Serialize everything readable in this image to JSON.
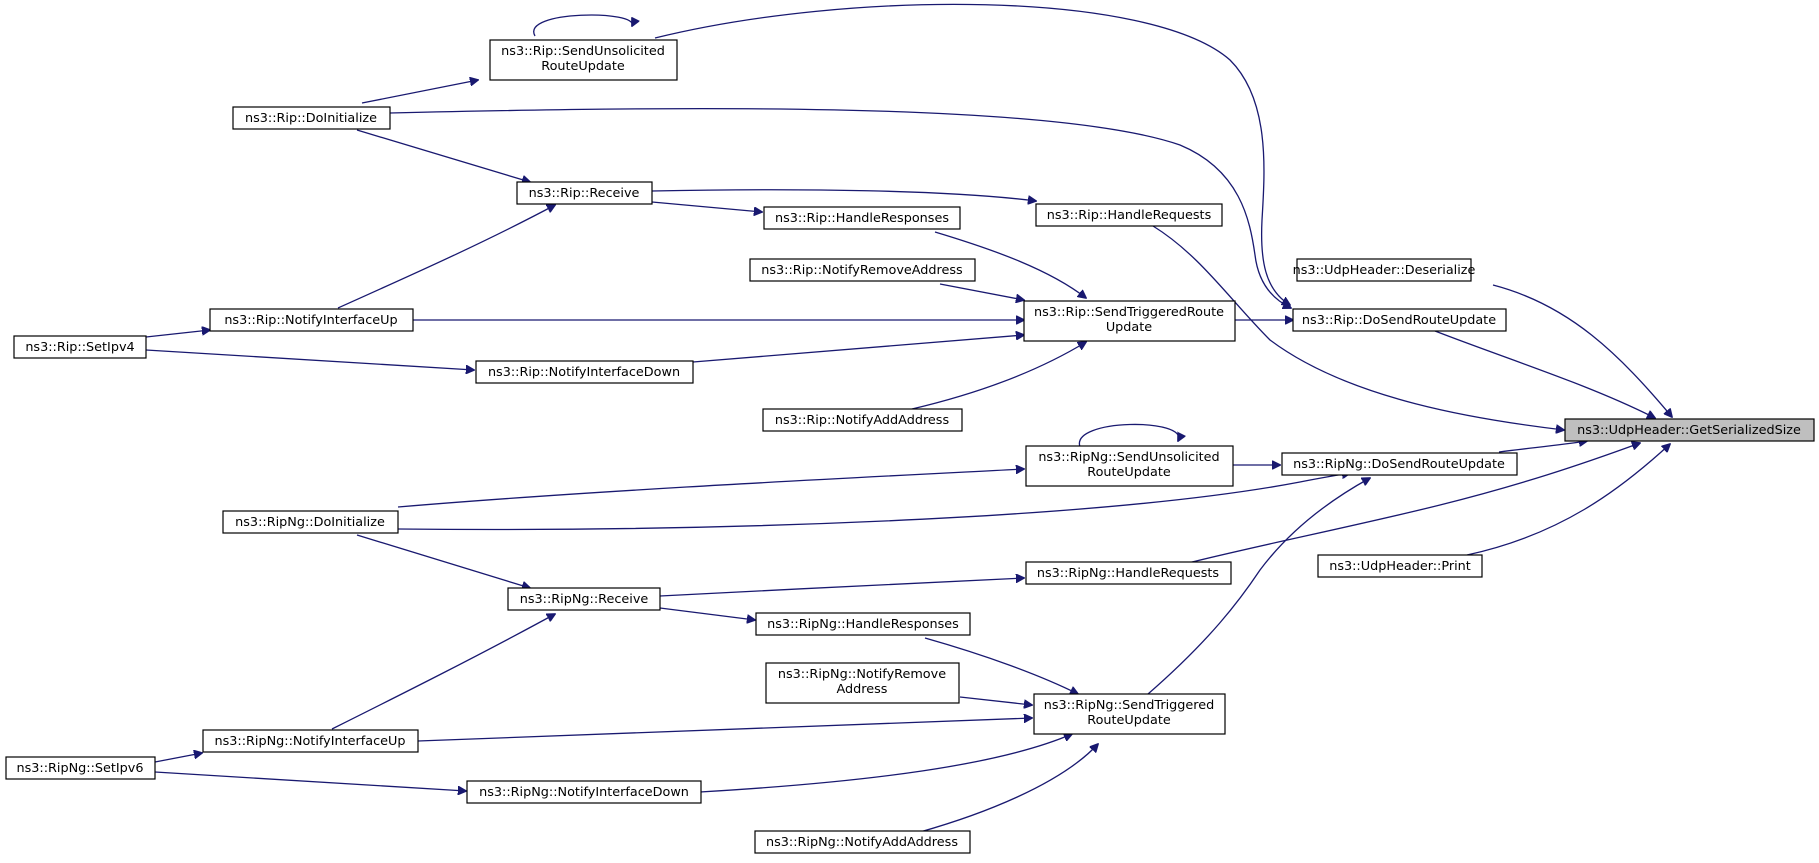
{
  "graph": {
    "target": "n_getser",
    "nodes": [
      {
        "id": "n_getser",
        "lines": [
          "ns3::UdpHeader::GetSerializedSize"
        ]
      },
      {
        "id": "n_deser",
        "lines": [
          "ns3::UdpHeader::Deserialize"
        ]
      },
      {
        "id": "n_print",
        "lines": [
          "ns3::UdpHeader::Print"
        ]
      },
      {
        "id": "n_rip_dsru",
        "lines": [
          "ns3::Rip::DoSendRouteUpdate"
        ]
      },
      {
        "id": "n_rip_stru",
        "lines": [
          "ns3::Rip::SendTriggeredRoute",
          "Update"
        ]
      },
      {
        "id": "n_rip_suru",
        "lines": [
          "ns3::Rip::SendUnsolicited",
          "RouteUpdate"
        ]
      },
      {
        "id": "n_rip_doinit",
        "lines": [
          "ns3::Rip::DoInitialize"
        ]
      },
      {
        "id": "n_rip_recv",
        "lines": [
          "ns3::Rip::Receive"
        ]
      },
      {
        "id": "n_rip_hresp",
        "lines": [
          "ns3::Rip::HandleResponses"
        ]
      },
      {
        "id": "n_rip_hreq",
        "lines": [
          "ns3::Rip::HandleRequests"
        ]
      },
      {
        "id": "n_rip_nra",
        "lines": [
          "ns3::Rip::NotifyRemoveAddress"
        ]
      },
      {
        "id": "n_rip_niu",
        "lines": [
          "ns3::Rip::NotifyInterfaceUp"
        ]
      },
      {
        "id": "n_rip_setipv4",
        "lines": [
          "ns3::Rip::SetIpv4"
        ]
      },
      {
        "id": "n_rip_nid",
        "lines": [
          "ns3::Rip::NotifyInterfaceDown"
        ]
      },
      {
        "id": "n_rip_naa",
        "lines": [
          "ns3::Rip::NotifyAddAddress"
        ]
      },
      {
        "id": "n_ripng_suru",
        "lines": [
          "ns3::RipNg::SendUnsolicited",
          "RouteUpdate"
        ]
      },
      {
        "id": "n_ripng_dsru",
        "lines": [
          "ns3::RipNg::DoSendRouteUpdate"
        ]
      },
      {
        "id": "n_ripng_doinit",
        "lines": [
          "ns3::RipNg::DoInitialize"
        ]
      },
      {
        "id": "n_ripng_hreq",
        "lines": [
          "ns3::RipNg::HandleRequests"
        ]
      },
      {
        "id": "n_ripng_recv",
        "lines": [
          "ns3::RipNg::Receive"
        ]
      },
      {
        "id": "n_ripng_hresp",
        "lines": [
          "ns3::RipNg::HandleResponses"
        ]
      },
      {
        "id": "n_ripng_nra",
        "lines": [
          "ns3::RipNg::NotifyRemove",
          "Address"
        ]
      },
      {
        "id": "n_ripng_stru",
        "lines": [
          "ns3::RipNg::SendTriggered",
          "RouteUpdate"
        ]
      },
      {
        "id": "n_ripng_niu",
        "lines": [
          "ns3::RipNg::NotifyInterfaceUp"
        ]
      },
      {
        "id": "n_ripng_setipv6",
        "lines": [
          "ns3::RipNg::SetIpv6"
        ]
      },
      {
        "id": "n_ripng_nid",
        "lines": [
          "ns3::RipNg::NotifyInterfaceDown"
        ]
      },
      {
        "id": "n_ripng_naa",
        "lines": [
          "ns3::RipNg::NotifyAddAddress"
        ]
      }
    ],
    "edges": [
      {
        "from": "n_deser",
        "to": "n_getser"
      },
      {
        "from": "n_rip_dsru",
        "to": "n_getser"
      },
      {
        "from": "n_rip_hreq",
        "to": "n_getser"
      },
      {
        "from": "n_ripng_dsru",
        "to": "n_getser"
      },
      {
        "from": "n_ripng_hreq",
        "to": "n_getser"
      },
      {
        "from": "n_print",
        "to": "n_getser"
      },
      {
        "from": "n_rip_stru",
        "to": "n_rip_dsru"
      },
      {
        "from": "n_rip_suru",
        "to": "n_rip_dsru"
      },
      {
        "from": "n_rip_doinit",
        "to": "n_rip_dsru"
      },
      {
        "from": "n_rip_suru",
        "to": "n_rip_suru"
      },
      {
        "from": "n_rip_doinit",
        "to": "n_rip_suru"
      },
      {
        "from": "n_rip_doinit",
        "to": "n_rip_recv"
      },
      {
        "from": "n_rip_niu",
        "to": "n_rip_recv"
      },
      {
        "from": "n_rip_recv",
        "to": "n_rip_hreq"
      },
      {
        "from": "n_rip_recv",
        "to": "n_rip_hresp"
      },
      {
        "from": "n_rip_hresp",
        "to": "n_rip_stru"
      },
      {
        "from": "n_rip_nra",
        "to": "n_rip_stru"
      },
      {
        "from": "n_rip_niu",
        "to": "n_rip_stru"
      },
      {
        "from": "n_rip_nid",
        "to": "n_rip_stru"
      },
      {
        "from": "n_rip_naa",
        "to": "n_rip_stru"
      },
      {
        "from": "n_rip_setipv4",
        "to": "n_rip_niu"
      },
      {
        "from": "n_rip_setipv4",
        "to": "n_rip_nid"
      },
      {
        "from": "n_ripng_suru",
        "to": "n_ripng_dsru"
      },
      {
        "from": "n_ripng_doinit",
        "to": "n_ripng_dsru"
      },
      {
        "from": "n_ripng_stru",
        "to": "n_ripng_dsru"
      },
      {
        "from": "n_ripng_suru",
        "to": "n_ripng_suru"
      },
      {
        "from": "n_ripng_doinit",
        "to": "n_ripng_suru"
      },
      {
        "from": "n_ripng_doinit",
        "to": "n_ripng_recv"
      },
      {
        "from": "n_ripng_niu",
        "to": "n_ripng_recv"
      },
      {
        "from": "n_ripng_recv",
        "to": "n_ripng_hreq"
      },
      {
        "from": "n_ripng_recv",
        "to": "n_ripng_hresp"
      },
      {
        "from": "n_ripng_hresp",
        "to": "n_ripng_stru"
      },
      {
        "from": "n_ripng_nra",
        "to": "n_ripng_stru"
      },
      {
        "from": "n_ripng_niu",
        "to": "n_ripng_stru"
      },
      {
        "from": "n_ripng_nid",
        "to": "n_ripng_stru"
      },
      {
        "from": "n_ripng_naa",
        "to": "n_ripng_stru"
      },
      {
        "from": "n_ripng_setipv6",
        "to": "n_ripng_niu"
      },
      {
        "from": "n_ripng_setipv6",
        "to": "n_ripng_nid"
      }
    ]
  },
  "colors": {
    "edge": "#191970",
    "node_border": "#000000",
    "node_fill": "#ffffff",
    "target_fill": "#bfbfbf"
  }
}
